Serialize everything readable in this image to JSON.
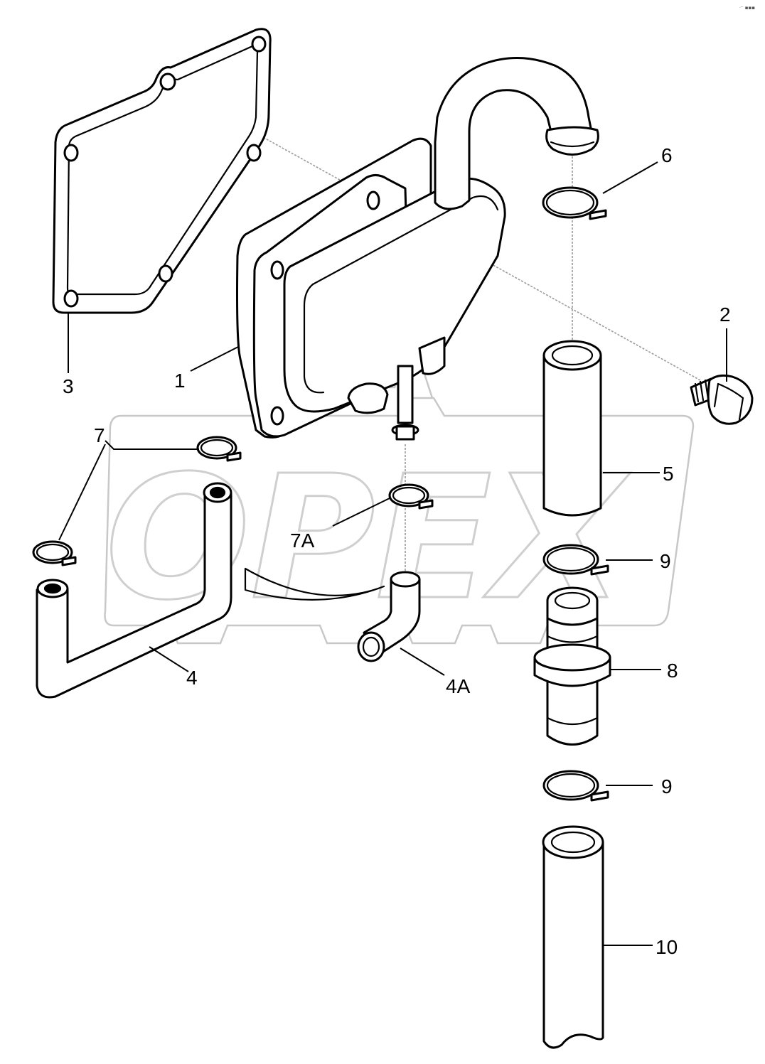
{
  "watermark": {
    "text": "OPEX"
  },
  "corner_mark": "ᐧ⁻ ▪▪▪",
  "callouts": {
    "c1": "1",
    "c2": "2",
    "c3": "3",
    "c4": "4",
    "c4a": "4A",
    "c5": "5",
    "c6": "6",
    "c7": "7",
    "c7a": "7A",
    "c8": "8",
    "c9a": "9",
    "c9b": "9",
    "c10": "10"
  }
}
